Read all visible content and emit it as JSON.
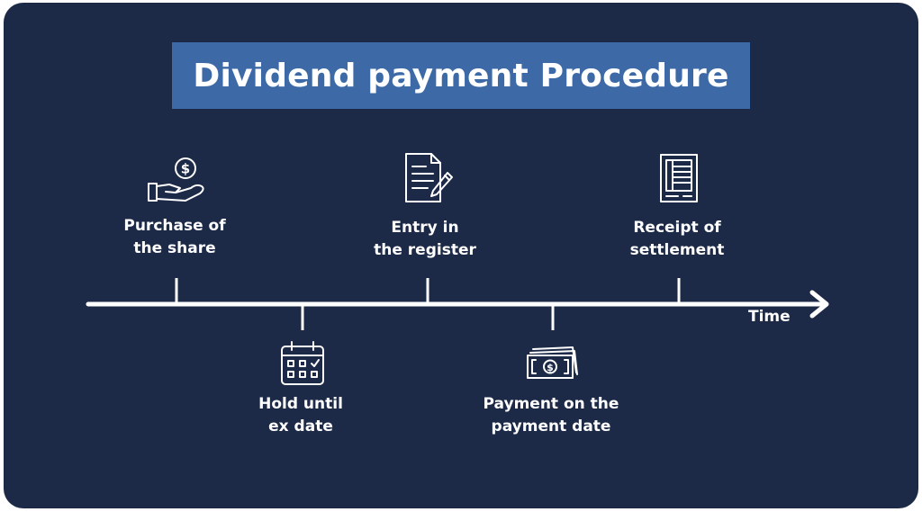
{
  "title": "Dividend payment Procedure",
  "axis_label": "Time",
  "steps": [
    {
      "label_line1": "Purchase of",
      "label_line2": "the share",
      "icon": "hand-dollar-icon",
      "position": "above"
    },
    {
      "label_line1": "Hold until",
      "label_line2": "ex date",
      "icon": "calendar-icon",
      "position": "below"
    },
    {
      "label_line1": "Entry in",
      "label_line2": "the register",
      "icon": "document-pen-icon",
      "position": "above"
    },
    {
      "label_line1": "Payment on the",
      "label_line2": "payment date",
      "icon": "banknotes-icon",
      "position": "below"
    },
    {
      "label_line1": "Receipt of",
      "label_line2": "settlement",
      "icon": "receipt-icon",
      "position": "above"
    }
  ],
  "colors": {
    "background": "#1c2a48",
    "title_box": "#3d6aa6",
    "foreground": "#ffffff"
  }
}
